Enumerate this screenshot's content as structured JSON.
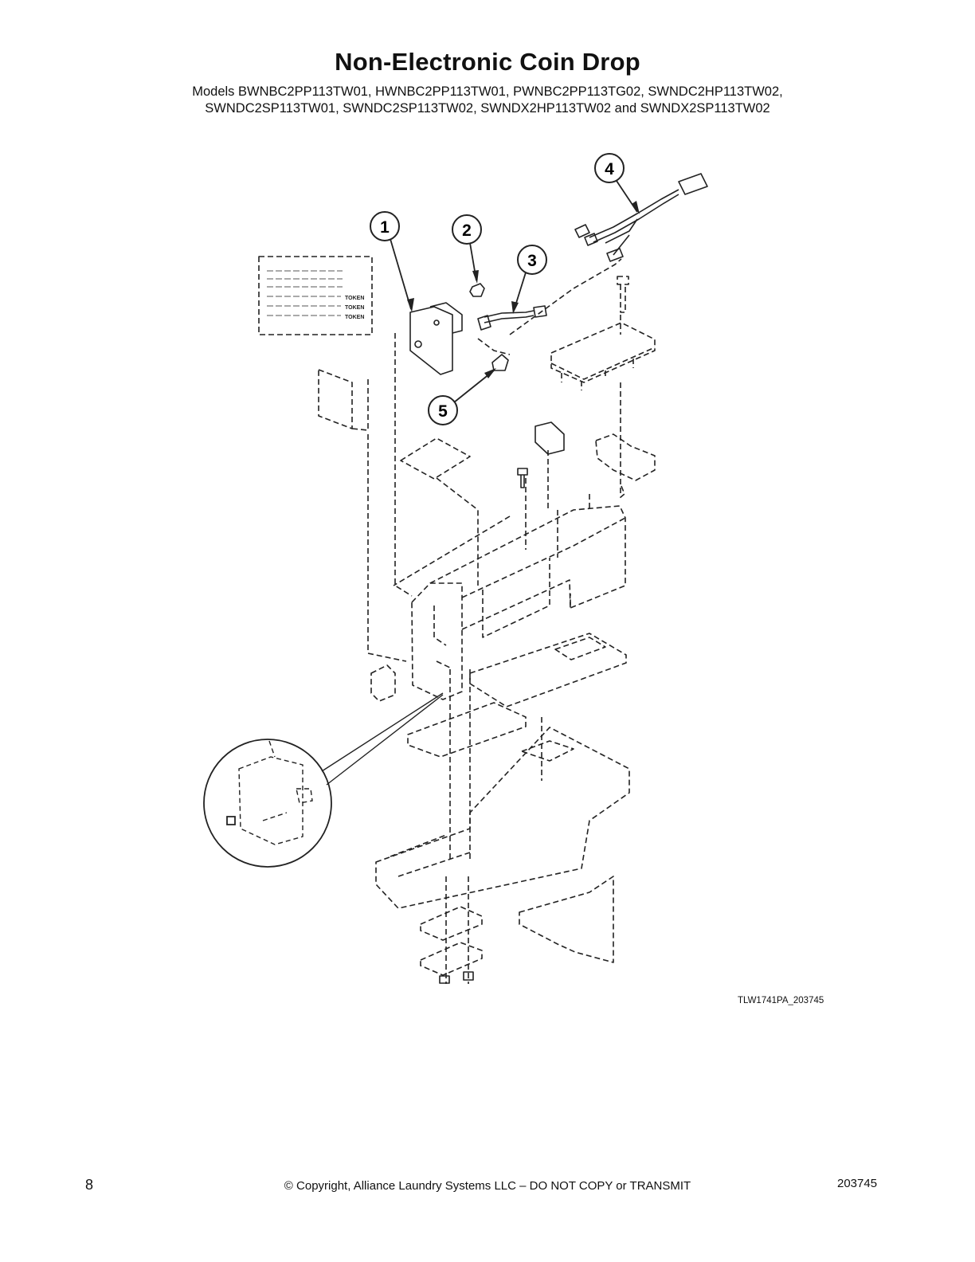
{
  "page": {
    "title": "Non-Electronic Coin Drop",
    "models_line1": "Models BWNBC2PP113TW01, HWNBC2PP113TW01, PWNBC2PP113TG02, SWNDC2HP113TW02,",
    "models_line2": "SWNDC2SP113TW01, SWNDC2SP113TW02, SWNDX2HP113TW02 and SWNDX2SP113TW02"
  },
  "diagram": {
    "callouts": [
      "1",
      "2",
      "3",
      "4",
      "5"
    ],
    "label_text": [
      "TOKEN",
      "TOKEN",
      "TOKEN"
    ],
    "figure_id": "TLW1741PA_203745"
  },
  "footer": {
    "page_number": "8",
    "copyright": "© Copyright, Alliance Laundry Systems LLC – DO NOT COPY or TRANSMIT",
    "doc_number": "203745"
  }
}
